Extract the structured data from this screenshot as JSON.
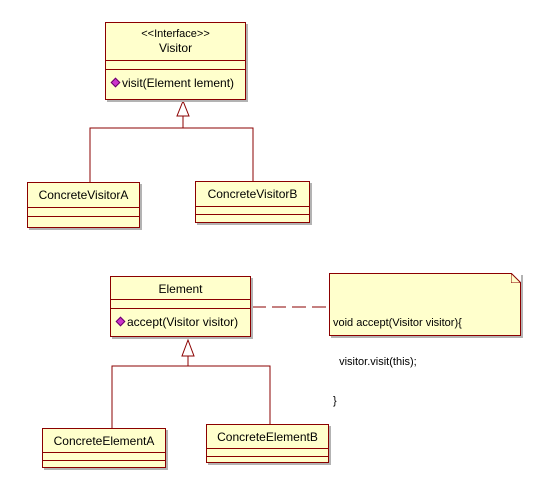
{
  "visitor_interface": {
    "stereotype": "<<Interface>>",
    "name": "Visitor",
    "operation": "visit(Element lement)"
  },
  "concrete_visitor_a": {
    "name": "ConcreteVisitorA"
  },
  "concrete_visitor_b": {
    "name": "ConcreteVisitorB"
  },
  "element": {
    "name": "Element",
    "operation": "accept(Visitor visitor)"
  },
  "concrete_element_a": {
    "name": "ConcreteElementA"
  },
  "concrete_element_b": {
    "name": "ConcreteElementB"
  },
  "note": {
    "lines": [
      "void accept(Visitor visitor){",
      "  visitor.visit(this);",
      "}"
    ]
  },
  "colors": {
    "class_fill": "#ffffcc",
    "class_border": "#8b0000",
    "connector": "#8b0000",
    "operation_icon": "#cc33cc"
  },
  "icons": {
    "operation": "public-operation-icon",
    "note_corner": "folded-corner-icon",
    "generalization": "hollow-triangle-arrow-icon"
  }
}
